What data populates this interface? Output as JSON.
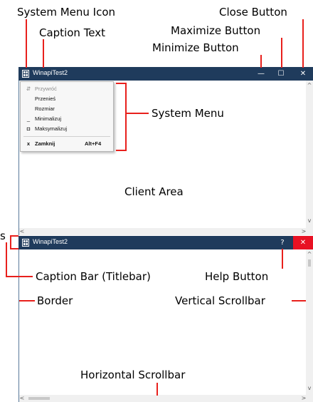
{
  "annotations": {
    "system_menu_icon": "System Menu Icon",
    "caption_text": "Caption Text",
    "close_button": "Close Button",
    "maximize_button": "Maximize Button",
    "minimize_button": "Minimize Button",
    "system_menu": "System Menu",
    "client_area": "Client Area",
    "caption_bar": "Caption Bar (Titlebar)",
    "help_button": "Help Button",
    "border": "Border",
    "vertical_scrollbar": "Vertical Scrollbar",
    "horizontal_scrollbar": "Horizontal Scrollbar",
    "cut_off_letter": "s"
  },
  "window_top": {
    "title": "WinapiTest2",
    "minimize_glyph": "—",
    "maximize_glyph": "☐",
    "close_glyph": "✕"
  },
  "system_menu": {
    "items": [
      {
        "glyph": "⇵",
        "label": "Przywróć",
        "shortcut": "",
        "disabled": true
      },
      {
        "glyph": "",
        "label": "Przenieś",
        "shortcut": "",
        "disabled": false
      },
      {
        "glyph": "",
        "label": "Rozmiar",
        "shortcut": "",
        "disabled": false
      },
      {
        "glyph": "_",
        "label": "Minimalizuj",
        "shortcut": "",
        "disabled": false
      },
      {
        "glyph": "◘",
        "label": "Maksymalizuj",
        "shortcut": "",
        "disabled": false
      },
      {
        "glyph": "x",
        "label": "Zamknij",
        "shortcut": "Alt+F4",
        "disabled": false
      }
    ]
  },
  "window_bottom": {
    "title": "WinapiTest2",
    "help_glyph": "?",
    "close_glyph": "✕"
  },
  "scroll_glyphs": {
    "up": "^",
    "down": "v",
    "left": "<",
    "right": ">"
  },
  "colors": {
    "titlebar": "#1f3b5c",
    "close_red": "#e81123",
    "annotation_line": "#e8201c"
  }
}
